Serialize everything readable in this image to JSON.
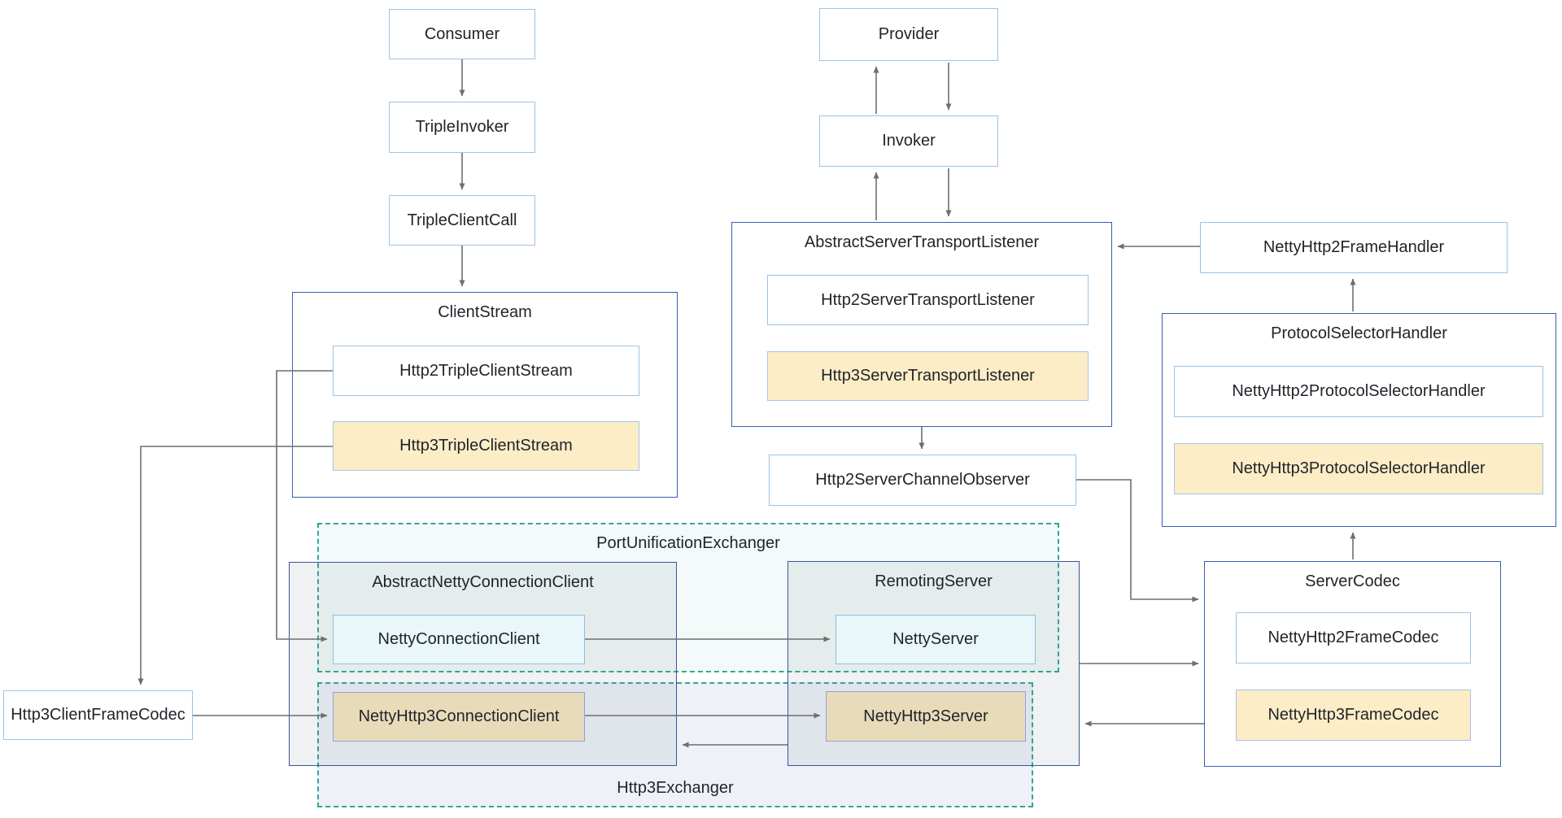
{
  "nodes": {
    "consumer": "Consumer",
    "triple_invoker": "TripleInvoker",
    "triple_client_call": "TripleClientCall",
    "client_stream": "ClientStream",
    "http2_triple_client_stream": "Http2TripleClientStream",
    "http3_triple_client_stream": "Http3TripleClientStream",
    "provider": "Provider",
    "invoker": "Invoker",
    "abstract_server_transport_listener": "AbstractServerTransportListener",
    "http2_server_transport_listener": "Http2ServerTransportListener",
    "http3_server_transport_listener": "Http3ServerTransportListener",
    "netty_http2_frame_handler": "NettyHttp2FrameHandler",
    "protocol_selector_handler": "ProtocolSelectorHandler",
    "netty_http2_protocol_selector_handler": "NettyHttp2ProtocolSelectorHandler",
    "netty_http3_protocol_selector_handler": "NettyHttp3ProtocolSelectorHandler",
    "http2_server_channel_observer": "Http2ServerChannelObserver",
    "port_unification_exchanger": "PortUnificationExchanger",
    "http3_exchanger": "Http3Exchanger",
    "abstract_netty_connection_client": "AbstractNettyConnectionClient",
    "netty_connection_client": "NettyConnectionClient",
    "netty_http3_connection_client": "NettyHttp3ConnectionClient",
    "remoting_server": "RemotingServer",
    "netty_server": "NettyServer",
    "netty_http3_server": "NettyHttp3Server",
    "http3_client_frame_codec": "Http3ClientFrameCodec",
    "server_codec": "ServerCodec",
    "netty_http2_frame_codec": "NettyHttp2FrameCodec",
    "netty_http3_frame_codec": "NettyHttp3FrameCodec"
  },
  "edges": [
    {
      "from": "Consumer",
      "to": "TripleInvoker"
    },
    {
      "from": "TripleInvoker",
      "to": "TripleClientCall"
    },
    {
      "from": "TripleClientCall",
      "to": "ClientStream"
    },
    {
      "from": "Invoker",
      "to": "Provider"
    },
    {
      "from": "Provider",
      "to": "Invoker"
    },
    {
      "from": "AbstractServerTransportListener",
      "to": "Invoker"
    },
    {
      "from": "Invoker",
      "to": "AbstractServerTransportListener"
    },
    {
      "from": "NettyHttp2FrameHandler",
      "to": "AbstractServerTransportListener"
    },
    {
      "from": "ProtocolSelectorHandler",
      "to": "NettyHttp2FrameHandler"
    },
    {
      "from": "AbstractServerTransportListener",
      "to": "Http2ServerChannelObserver"
    },
    {
      "from": "Http2ServerChannelObserver",
      "to": "ServerCodec"
    },
    {
      "from": "ServerCodec",
      "to": "ProtocolSelectorHandler"
    },
    {
      "from": "Http2TripleClientStream",
      "to": "NettyConnectionClient"
    },
    {
      "from": "Http3TripleClientStream",
      "to": "Http3ClientFrameCodec"
    },
    {
      "from": "Http3ClientFrameCodec",
      "to": "NettyHttp3ConnectionClient"
    },
    {
      "from": "NettyConnectionClient",
      "to": "NettyServer"
    },
    {
      "from": "NettyHttp3ConnectionClient",
      "to": "NettyHttp3Server"
    },
    {
      "from": "RemotingServer",
      "to": "AbstractNettyConnectionClient"
    },
    {
      "from": "RemotingServer",
      "to": "ServerCodec"
    },
    {
      "from": "ServerCodec",
      "to": "NettyHttp3Server"
    }
  ],
  "colors": {
    "highlight_yellow": "#fcedc6",
    "highlight_tan": "#e8dbba",
    "inner_cyan": "#e9f6fa",
    "light_blue_border": "#9dc3e6",
    "royal_blue_border": "#3a5fb0",
    "navy_border": "#39549e",
    "teal_dashed": "#2fa69a",
    "arrow_gray": "#6e6e6e"
  }
}
